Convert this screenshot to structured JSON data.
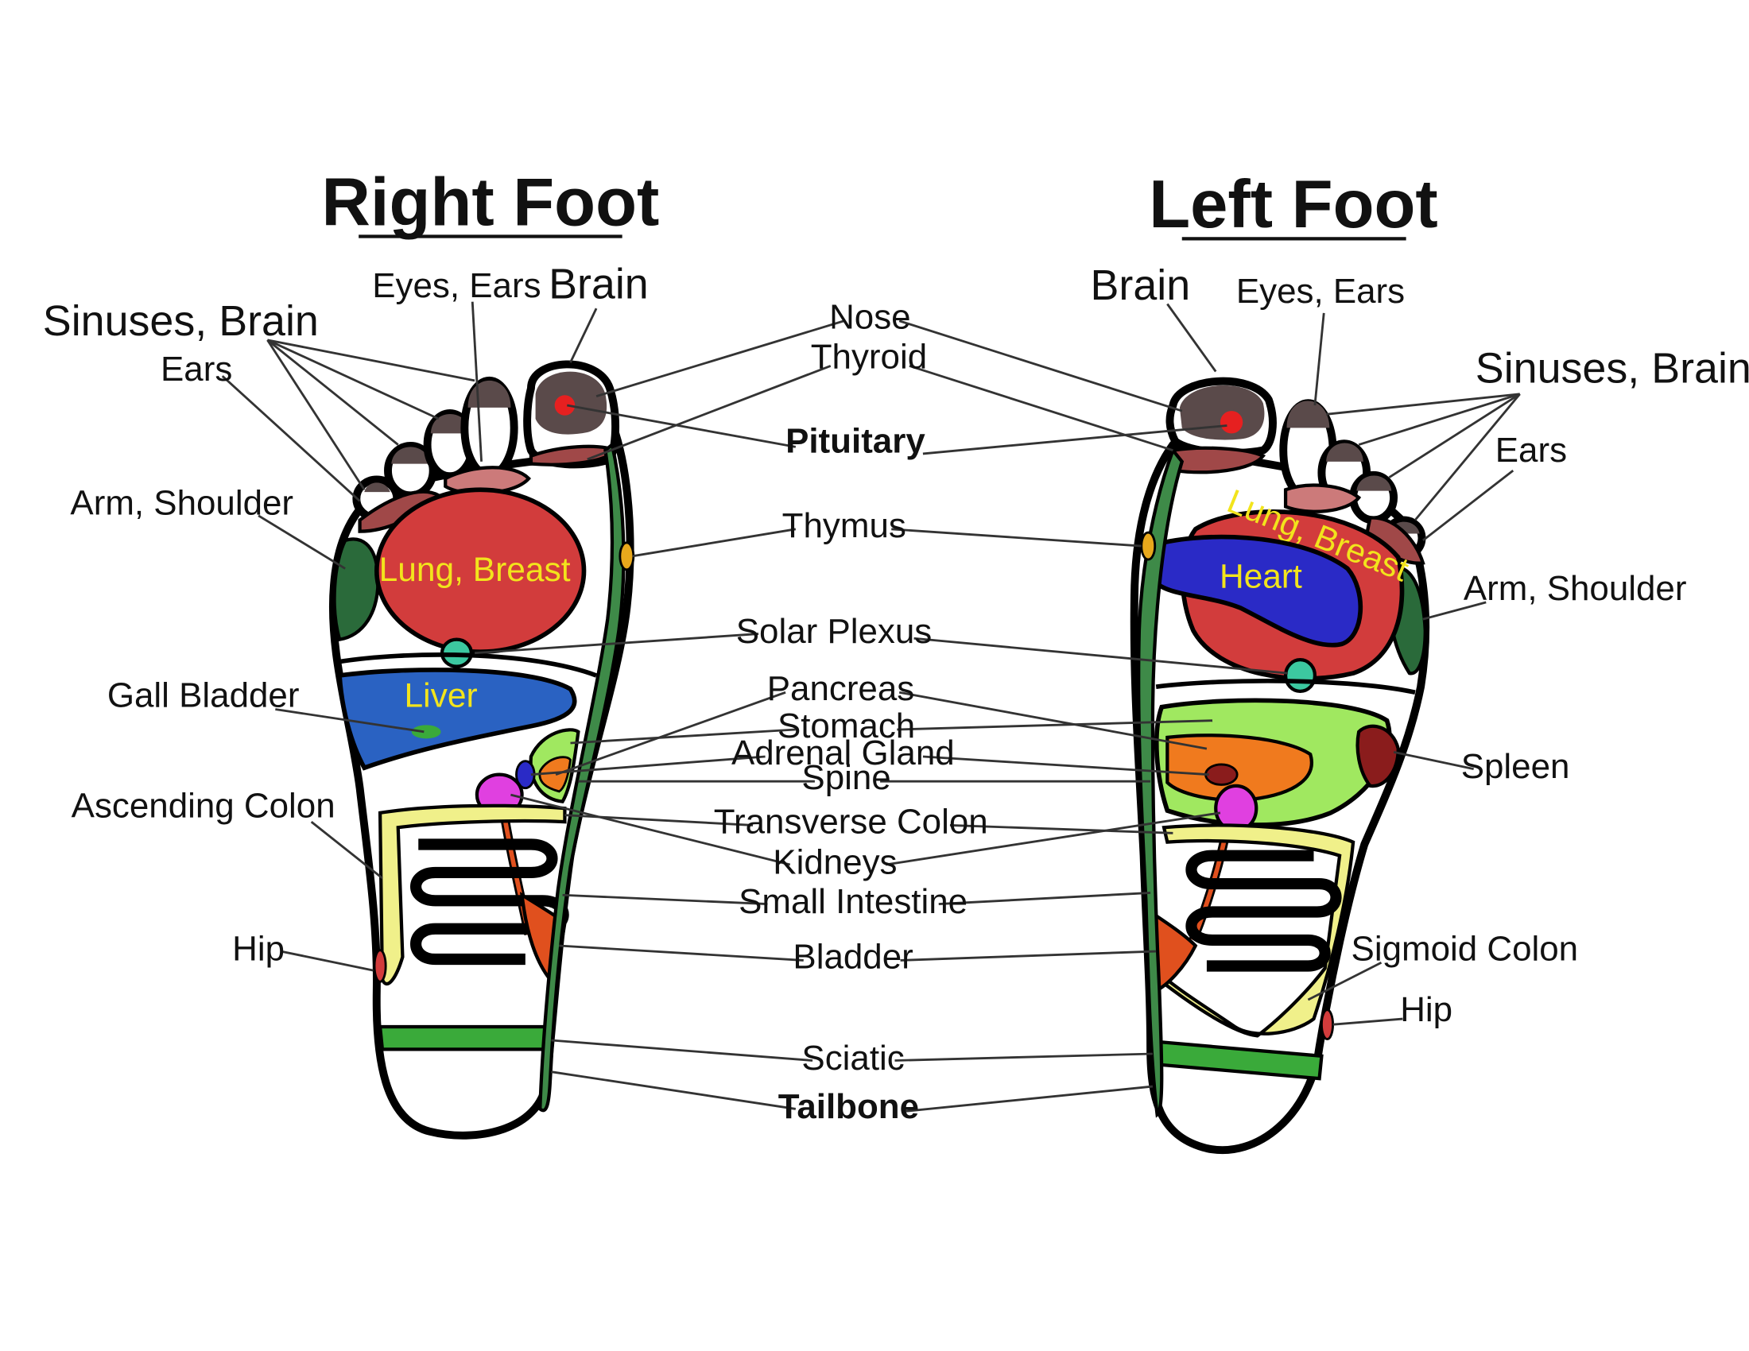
{
  "titles": {
    "right": "Right Foot",
    "left": "Left Foot"
  },
  "center_labels": {
    "nose": "Nose",
    "thyroid": "Thyroid",
    "pituitary": "Pituitary",
    "thymus": "Thymus",
    "solar_plexus": "Solar Plexus",
    "pancreas": "Pancreas",
    "stomach": "Stomach",
    "adrenal_gland": "Adrenal Gland",
    "spine": "Spine",
    "transverse_colon": "Transverse Colon",
    "kidneys": "Kidneys",
    "small_intestine": "Small Intestine",
    "bladder": "Bladder",
    "sciatic": "Sciatic",
    "tailbone": "Tailbone"
  },
  "right_foot_labels": {
    "eyes_ears": "Eyes, Ears",
    "brain": "Brain",
    "sinuses_brain": "Sinuses, Brain",
    "ears": "Ears",
    "arm_shoulder": "Arm, Shoulder",
    "gall_bladder": "Gall Bladder",
    "ascending_colon": "Ascending Colon",
    "hip": "Hip"
  },
  "left_foot_labels": {
    "brain": "Brain",
    "eyes_ears": "Eyes, Ears",
    "sinuses_brain": "Sinuses, Brain",
    "ears": "Ears",
    "arm_shoulder": "Arm, Shoulder",
    "spleen": "Spleen",
    "sigmoid_colon": "Sigmoid Colon",
    "hip": "Hip"
  },
  "organ_labels": {
    "right_lung": "Lung, Breast",
    "right_liver": "Liver",
    "left_lung": "Lung, Breast",
    "left_heart": "Heart"
  },
  "colors": {
    "toe_tip": "#5a4a4a",
    "neck": "#a04848",
    "lung": "#d23c3c",
    "liver": "#2a62c2",
    "heart": "#2a2ac6",
    "solar_plexus": "#3cc8a0",
    "spine": "#3e8a48",
    "shoulder": "#2a6a3a",
    "stomach": "#a0e860",
    "pancreas": "#f07a1e",
    "kidney": "#e040e0",
    "colon": "#f0f08a",
    "bladder": "#e0501e",
    "sciatic": "#3aaa3a",
    "pituitary": "#e62020"
  }
}
